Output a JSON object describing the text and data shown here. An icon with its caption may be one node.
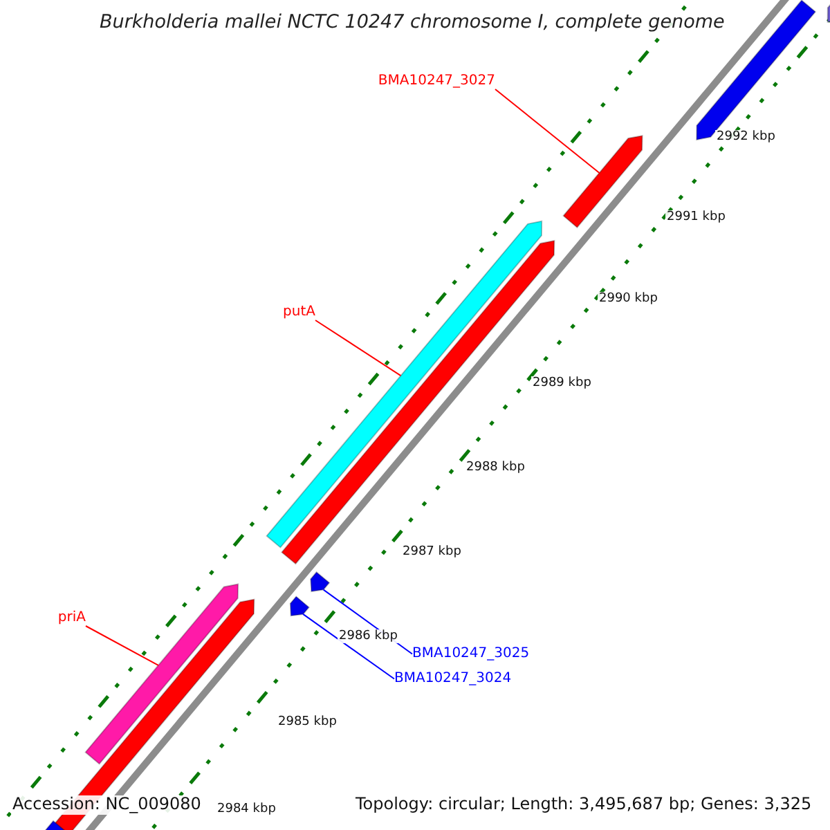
{
  "diagram": {
    "title": "Burkholderia mallei NCTC 10247 chromosome I, complete genome",
    "nodes": [
      {
        "text": [
          "BMA10247_3027"
        ]
      },
      {
        "text": [],
        "shape": "bar"
      },
      {
        "text": [
          "putA"
        ]
      },
      {
        "text": [],
        "shape": "bar"
      },
      {
        "text": [
          "priA"
        ]
      },
      {
        "text": [],
        "shape": "bar"
      },
      {
        "text": [
          "BMA10247_3025"
        ]
      },
      {
        "text": [],
        "shape": "bar"
      },
      {
        "text": [
          "BMA10247_3024"
        ]
      },
      {
        "text": [],
        "shape": "bar"
      }
    ],
    "edges": [
      {
        "from": 0,
        "to": 1,
        "arrow": "none"
      },
      {
        "from": 2,
        "to": 3,
        "arrow": "none"
      },
      {
        "from": 4,
        "to": 5,
        "arrow": "none"
      },
      {
        "from": 6,
        "to": 7,
        "arrow": "none",
        "color": "#0000ff"
      },
      {
        "from": 8,
        "to": 9,
        "arrow": "none",
        "color": "#0000ff"
      }
    ],
    "labels": [
      "2992 kbp",
      "2991 kbp",
      "2990 kbp",
      "2989 kbp",
      "2988 kbp",
      "2987 kbp",
      "2986 kbp",
      "2985 kbp",
      "2984 kbp",
      "Accession: NC_009080",
      "Topology: circular; Length: 3,495,687 bp; Genes: 3,325"
    ]
  }
}
